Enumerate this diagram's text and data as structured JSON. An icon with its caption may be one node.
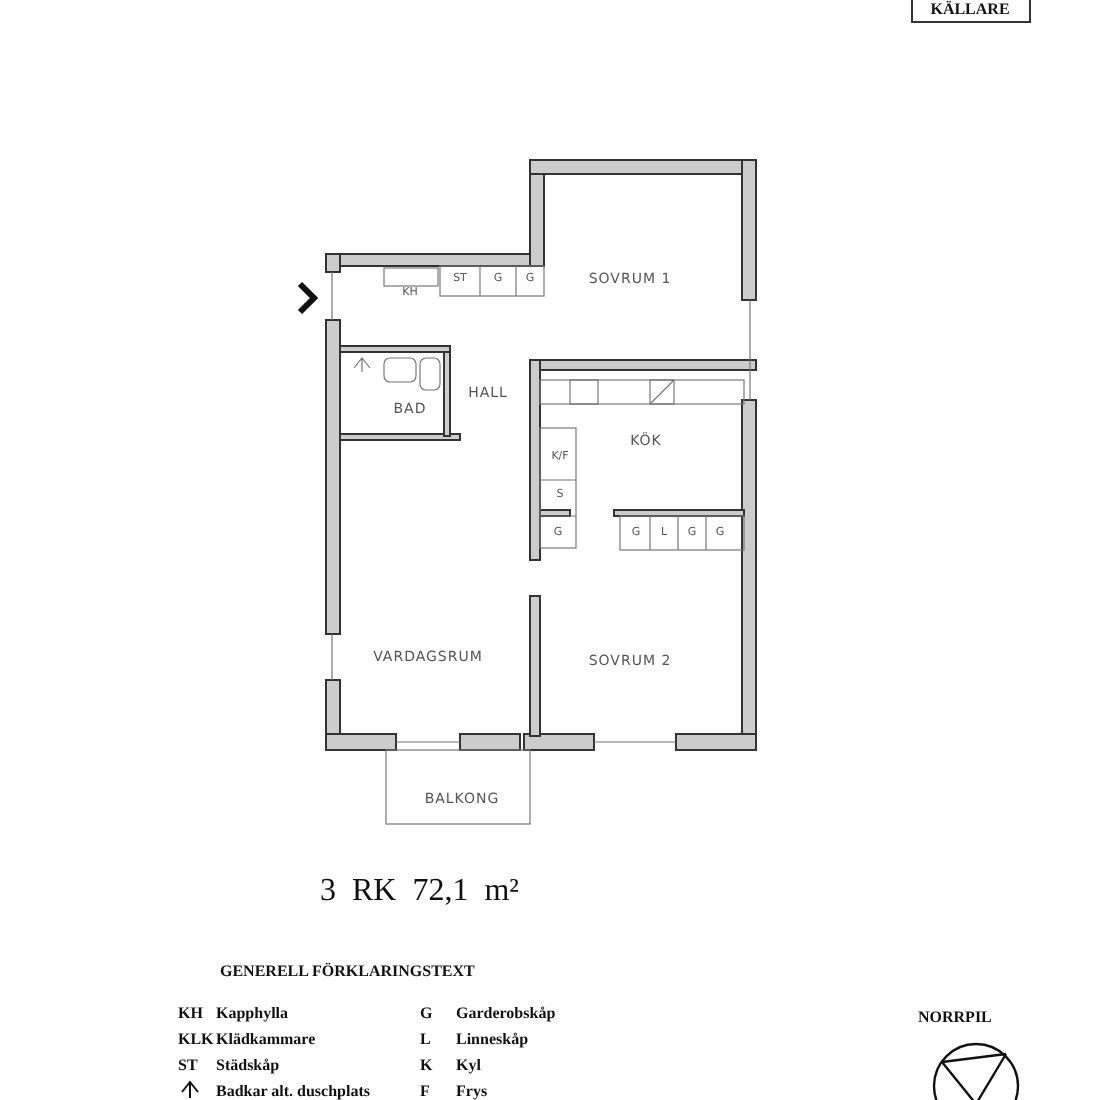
{
  "diagram": {
    "nodes": [
      {
        "text": [
          "KÄLLARE"
        ]
      },
      {
        "text": [
          "SOVRUM 1"
        ]
      },
      {
        "text": [
          "BAD"
        ]
      },
      {
        "text": [
          "HALL"
        ]
      },
      {
        "text": [
          "KÖK"
        ]
      },
      {
        "text": [
          "VARDAGSRUM"
        ]
      },
      {
        "text": [
          "SOVRUM 2"
        ]
      },
      {
        "text": [
          "BALKONG"
        ]
      }
    ],
    "labels": [
      "KH",
      "ST",
      "G",
      "G",
      "K/F",
      "S",
      "G",
      "G",
      "L",
      "G",
      "G",
      "3 RK 72,1 m²",
      "GENERELL FÖRKLARINGSTEXT",
      "KH",
      "Kapphylla",
      "G",
      "Garderobskåp",
      "KLK",
      "Klädkammare",
      "L",
      "Linneskåp",
      "ST",
      "Städskåp",
      "K",
      "Kyl",
      "Badkar alt. duschplats",
      "F",
      "Frys",
      "NORRPIL"
    ]
  }
}
